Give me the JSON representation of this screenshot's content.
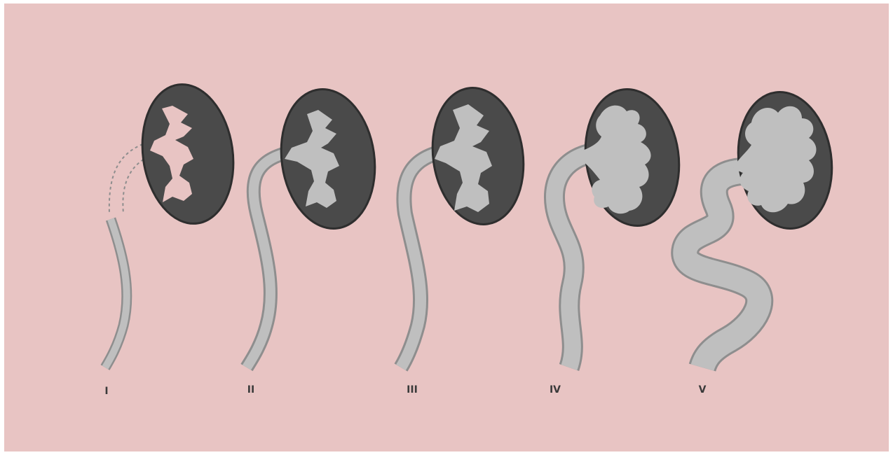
{
  "diagram": {
    "stages": [
      {
        "label": "I"
      },
      {
        "label": "II"
      },
      {
        "label": "III"
      },
      {
        "label": "IV"
      },
      {
        "label": "V"
      }
    ]
  },
  "colors": {
    "background": "#e8c4c3",
    "kidney": "#4a4a4a",
    "kidney_edge": "#2e2e2e",
    "collecting_system": "#bfbfbf",
    "ureter_edge": "#8e8e8e"
  }
}
